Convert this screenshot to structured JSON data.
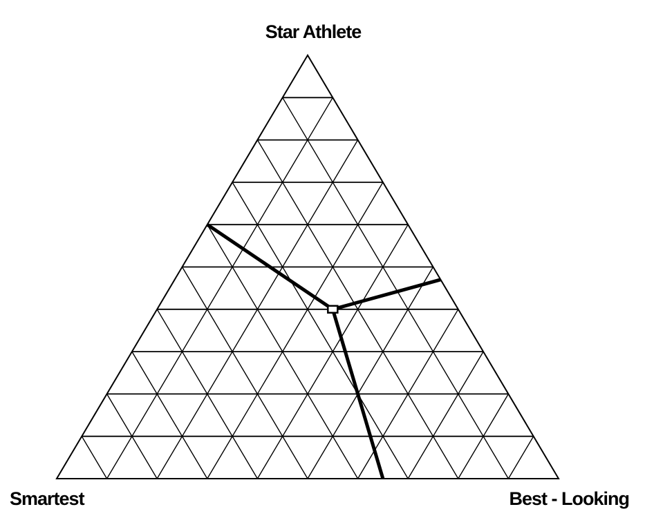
{
  "chart_data": {
    "type": "ternary",
    "vertices": {
      "top": "Star Athlete",
      "bottom_left": "Smartest",
      "bottom_right": "Best - Looking"
    },
    "grid_divisions": 10,
    "grid": true,
    "point": {
      "name": "",
      "star_athlete": 0.4,
      "smartest": 0.25,
      "best_looking": 0.35
    },
    "region_boundaries": [
      {
        "from": "point",
        "to_edge": "Star Athlete - Smartest edge",
        "star_athlete": 0.6,
        "smartest": 0.4,
        "best_looking": 0.0
      },
      {
        "from": "point",
        "to_edge": "Star Athlete - Best-Looking edge",
        "star_athlete": 0.47,
        "smartest": 0.0,
        "best_looking": 0.53
      },
      {
        "from": "point",
        "to_edge": "Smartest - Best-Looking edge",
        "star_athlete": 0.0,
        "smartest": 0.35,
        "best_looking": 0.65
      }
    ],
    "colors": {
      "lines": "#000000",
      "background": "#ffffff"
    }
  }
}
